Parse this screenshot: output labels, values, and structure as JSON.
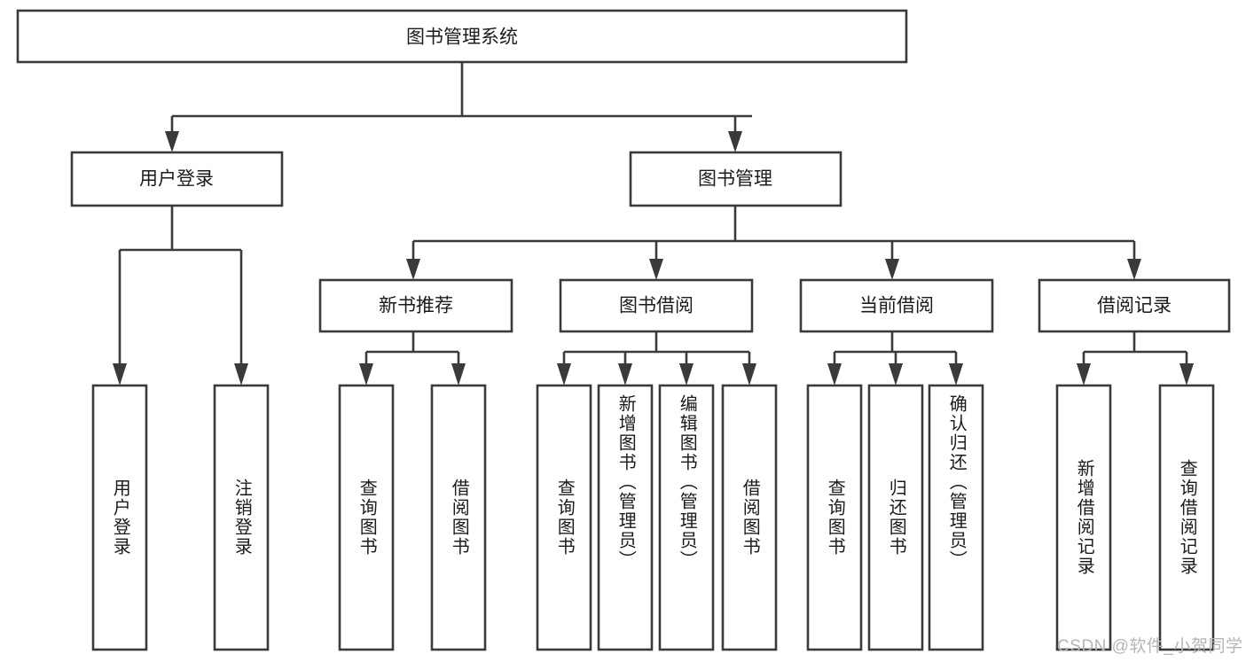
{
  "diagram": {
    "type": "tree",
    "title": "图书管理系统",
    "root": {
      "id": "root",
      "label": "图书管理系统",
      "orientation": "horizontal"
    },
    "level2": [
      {
        "id": "user-login",
        "label": "用户登录",
        "orientation": "horizontal"
      },
      {
        "id": "book-management",
        "label": "图书管理",
        "orientation": "horizontal"
      }
    ],
    "level3": [
      {
        "id": "new-book-recommend",
        "label": "新书推荐",
        "orientation": "horizontal"
      },
      {
        "id": "book-borrow",
        "label": "图书借阅",
        "orientation": "horizontal"
      },
      {
        "id": "current-borrow",
        "label": "当前借阅",
        "orientation": "horizontal"
      },
      {
        "id": "borrow-record",
        "label": "借阅记录",
        "orientation": "horizontal"
      }
    ],
    "leaves": [
      {
        "id": "leaf-user-login",
        "label": "用户登录",
        "parent": "user-login",
        "orientation": "vertical"
      },
      {
        "id": "leaf-logout-login",
        "label": "注销登录",
        "parent": "user-login",
        "orientation": "vertical"
      },
      {
        "id": "leaf-query-book-1",
        "label": "查询图书",
        "parent": "new-book-recommend",
        "orientation": "vertical"
      },
      {
        "id": "leaf-borrow-book-1",
        "label": "借阅图书",
        "parent": "new-book-recommend",
        "orientation": "vertical"
      },
      {
        "id": "leaf-query-book-2",
        "label": "查询图书",
        "parent": "book-borrow",
        "orientation": "vertical"
      },
      {
        "id": "leaf-add-book",
        "label": "新增图书（管理员）",
        "parent": "book-borrow",
        "orientation": "vertical"
      },
      {
        "id": "leaf-edit-book",
        "label": "编辑图书（管理员）",
        "parent": "book-borrow",
        "orientation": "vertical"
      },
      {
        "id": "leaf-borrow-book-2",
        "label": "借阅图书",
        "parent": "book-borrow",
        "orientation": "vertical"
      },
      {
        "id": "leaf-query-book-3",
        "label": "查询图书",
        "parent": "current-borrow",
        "orientation": "vertical"
      },
      {
        "id": "leaf-return-book",
        "label": "归还图书",
        "parent": "current-borrow",
        "orientation": "vertical"
      },
      {
        "id": "leaf-confirm-return",
        "label": "确认归还（管理员）",
        "parent": "current-borrow",
        "orientation": "vertical"
      },
      {
        "id": "leaf-add-record",
        "label": "新增借阅记录",
        "parent": "borrow-record",
        "orientation": "vertical"
      },
      {
        "id": "leaf-query-record",
        "label": "查询借阅记录",
        "parent": "borrow-record",
        "orientation": "vertical"
      }
    ],
    "colors": {
      "line": "#3a3a3a",
      "box_fill": "#ffffff",
      "text": "#1b1b1b",
      "watermark": "#b5b5b5"
    }
  },
  "watermark": {
    "text": "CSDN @软件_小贺同学"
  }
}
